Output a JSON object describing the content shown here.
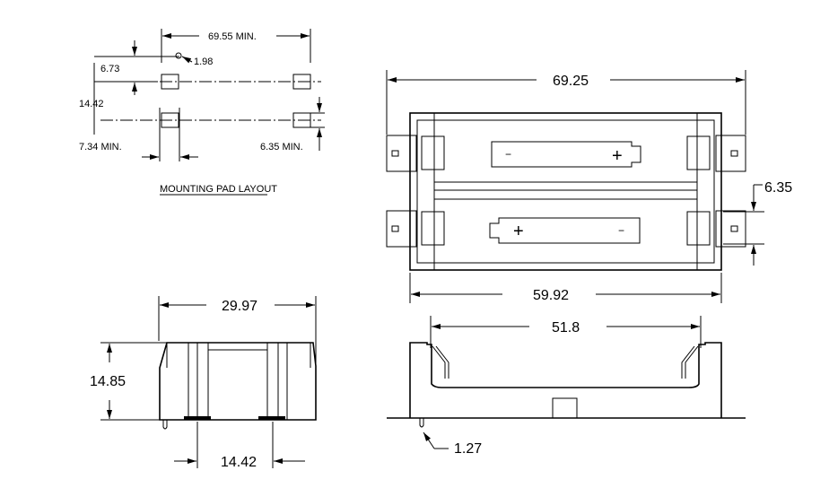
{
  "mounting_pad_layout": {
    "title": "MOUNTING PAD LAYOUT",
    "dim_spacing_min": "69.55  MIN.",
    "dim_hole_dia": "1.98",
    "dim_hole_offset": "6.73",
    "dim_row_pitch": "14.42",
    "dim_pad_length_min": "7.34  MIN.",
    "dim_pad_width_min": "6.35  MIN."
  },
  "top_view": {
    "dim_overall_length": "69.25",
    "dim_body_length": "59.92",
    "dim_tab_width": "6.35",
    "polarity_plus": "+",
    "polarity_minus": "−"
  },
  "end_view": {
    "dim_width": "29.97",
    "dim_height": "14.85",
    "dim_pitch": "14.42"
  },
  "side_view": {
    "dim_inner_length": "51.8",
    "dim_pin": "1.27"
  }
}
